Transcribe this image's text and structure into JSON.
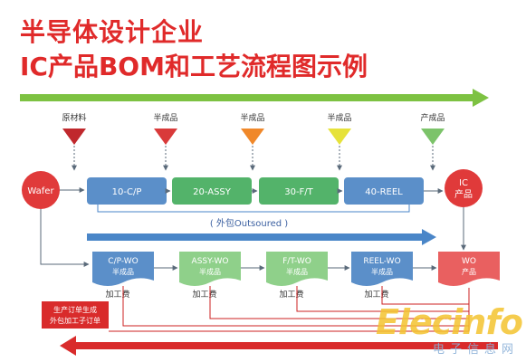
{
  "title": {
    "line1": "半导体设计企业",
    "line2": "IC产品BOM和工艺流程图示例"
  },
  "materials": [
    {
      "label": "原材料",
      "color": "#c0282d"
    },
    {
      "label": "半成品",
      "color": "#d93a3a"
    },
    {
      "label": "半成品",
      "color": "#f0882a"
    },
    {
      "label": "半成品",
      "color": "#e6e23a"
    },
    {
      "label": "产成品",
      "color": "#7cc36a"
    }
  ],
  "process": {
    "start": "Wafer",
    "steps": [
      {
        "label": "10-C/P",
        "color": "#5b8fc9"
      },
      {
        "label": "20-ASSY",
        "color": "#53b36a"
      },
      {
        "label": "30-F/T",
        "color": "#53b36a"
      },
      {
        "label": "40-REEL",
        "color": "#5b8fc9"
      }
    ],
    "end_line1": "IC",
    "end_line2": "产品"
  },
  "outsourced_label": "( 外包Outsoured )",
  "work_orders": [
    {
      "line1": "C/P-WO",
      "line2": "半成品",
      "fee": "加工费",
      "color": "#5b8fc9"
    },
    {
      "line1": "ASSY-WO",
      "line2": "半成品",
      "fee": "加工费",
      "color": "#8fd08a"
    },
    {
      "line1": "F/T-WO",
      "line2": "半成品",
      "fee": "加工费",
      "color": "#8fd08a"
    },
    {
      "line1": "REEL-WO",
      "line2": "半成品",
      "fee": "加工费",
      "color": "#5b8fc9"
    },
    {
      "line1": "WO",
      "line2": "产品",
      "fee": "",
      "color": "#e96060"
    }
  ],
  "note": {
    "line1": "生产订单生成",
    "line2": "外包加工子订单"
  },
  "watermark": {
    "logo": "Elecinfo",
    "sub": "电子信息网"
  },
  "colors": {
    "accent_red": "#e02a2a",
    "arrow_green": "#7dc242",
    "arrow_blue": "#4a86c8",
    "arrow_red": "#d92b2b"
  }
}
